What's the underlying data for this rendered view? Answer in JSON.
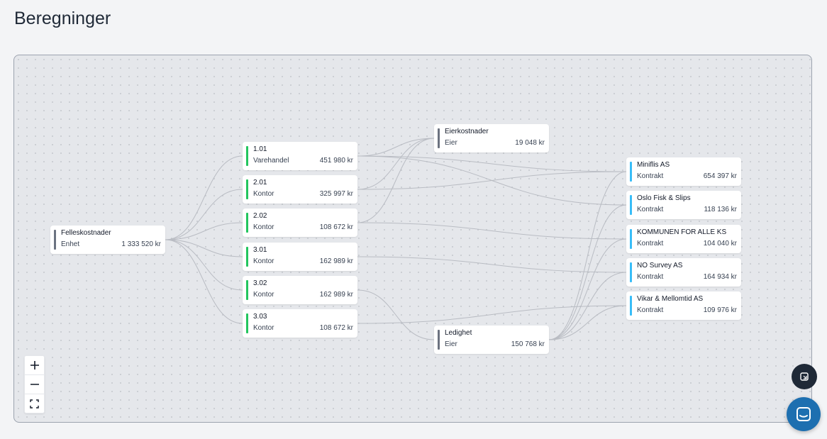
{
  "page": {
    "title": "Beregninger"
  },
  "colors": {
    "unit": "#6b7280",
    "department": "#22c55e",
    "contract": "#38bdf8",
    "edge": "#b9bcc3"
  },
  "nodes": [
    {
      "id": "felles",
      "name": "Felleskostnader",
      "type": "Enhet",
      "amount": "1 333 520 kr",
      "kind": "unit"
    },
    {
      "id": "n101",
      "name": "1.01",
      "type": "Varehandel",
      "amount": "451 980 kr",
      "kind": "department"
    },
    {
      "id": "n201",
      "name": "2.01",
      "type": "Kontor",
      "amount": "325 997 kr",
      "kind": "department"
    },
    {
      "id": "n202",
      "name": "2.02",
      "type": "Kontor",
      "amount": "108 672 kr",
      "kind": "department"
    },
    {
      "id": "n301",
      "name": "3.01",
      "type": "Kontor",
      "amount": "162 989 kr",
      "kind": "department"
    },
    {
      "id": "n302",
      "name": "3.02",
      "type": "Kontor",
      "amount": "162 989 kr",
      "kind": "department"
    },
    {
      "id": "n303",
      "name": "3.03",
      "type": "Kontor",
      "amount": "108 672 kr",
      "kind": "department"
    },
    {
      "id": "eier",
      "name": "Eierkostnader",
      "type": "Eier",
      "amount": "19 048 kr",
      "kind": "unit"
    },
    {
      "id": "ledig",
      "name": "Ledighet",
      "type": "Eier",
      "amount": "150 768 kr",
      "kind": "unit"
    },
    {
      "id": "minifl",
      "name": "Miniflis AS",
      "type": "Kontrakt",
      "amount": "654 397 kr",
      "kind": "contract"
    },
    {
      "id": "oslof",
      "name": "Oslo Fisk & Slips",
      "type": "Kontrakt",
      "amount": "118 136 kr",
      "kind": "contract"
    },
    {
      "id": "kommun",
      "name": "KOMMUNEN FOR ALLE KS",
      "type": "Kontrakt",
      "amount": "104 040 kr",
      "kind": "contract"
    },
    {
      "id": "nosurv",
      "name": "NO Survey AS",
      "type": "Kontrakt",
      "amount": "164 934 kr",
      "kind": "contract"
    },
    {
      "id": "vikar",
      "name": "Vikar & Mellomtid AS",
      "type": "Kontrakt",
      "amount": "109 976 kr",
      "kind": "contract"
    }
  ],
  "edges": [
    [
      "felles",
      "n101"
    ],
    [
      "felles",
      "n201"
    ],
    [
      "felles",
      "n202"
    ],
    [
      "felles",
      "n301"
    ],
    [
      "felles",
      "n302"
    ],
    [
      "felles",
      "n303"
    ],
    [
      "n101",
      "eier"
    ],
    [
      "n201",
      "eier"
    ],
    [
      "n202",
      "eier"
    ],
    [
      "n101",
      "minifl"
    ],
    [
      "n101",
      "oslof"
    ],
    [
      "n201",
      "minifl"
    ],
    [
      "n202",
      "kommun"
    ],
    [
      "n301",
      "nosurv"
    ],
    [
      "n302",
      "ledig"
    ],
    [
      "n303",
      "vikar"
    ],
    [
      "ledig",
      "minifl"
    ],
    [
      "ledig",
      "oslof"
    ],
    [
      "ledig",
      "kommun"
    ],
    [
      "ledig",
      "nosurv"
    ],
    [
      "ledig",
      "vikar"
    ]
  ],
  "controls": {
    "zoom_in_icon": "plus-icon",
    "zoom_out_icon": "minus-icon",
    "fit_view_icon": "fit-view-icon"
  },
  "fabs": {
    "small_icon": "feedback-icon",
    "chat_icon": "chat-icon"
  }
}
